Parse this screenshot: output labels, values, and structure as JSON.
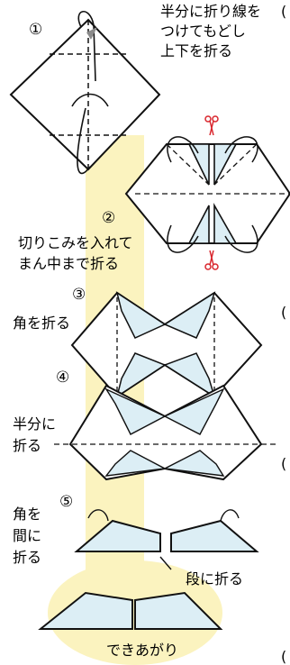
{
  "steps": {
    "s1": {
      "num": "①",
      "text1": "半分に折り線を",
      "text2": "つけてもどし",
      "text3": "上下を折る"
    },
    "s2": {
      "num": "②",
      "text1": "切りこみを入れて",
      "text2": "まん中まで折る"
    },
    "s3": {
      "num": "③",
      "text1": "角を折る"
    },
    "s4": {
      "num": "④",
      "text1": "半分に",
      "text2": "折る"
    },
    "s5": {
      "num": "⑤",
      "text1": "角を",
      "text2": "間に",
      "text3": "折る",
      "side": "段に折る"
    },
    "done": {
      "text": "できあがり"
    }
  },
  "edge_glyphs": {
    "e1": "(",
    "e2": "(",
    "e3": "(",
    "e4": "("
  },
  "colors": {
    "highlight": "#fbf3bf",
    "fold_fill": "#dceef5",
    "scissors": "#d9262d",
    "star": "#8a8a8a"
  },
  "icons": [
    "scissors-icon",
    "star-icon"
  ]
}
